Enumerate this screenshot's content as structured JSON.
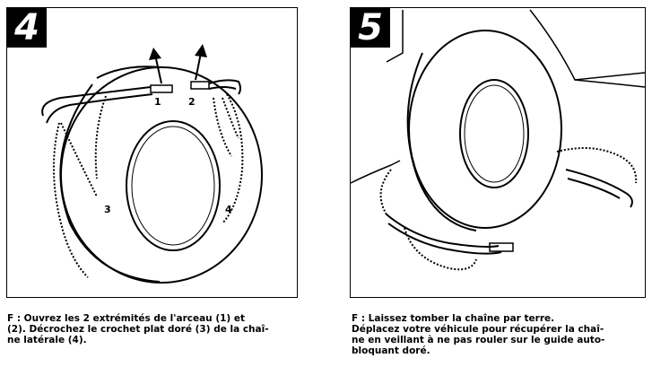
{
  "step4": {
    "number": "4",
    "labels": [
      "1",
      "2",
      "3",
      "4"
    ],
    "caption": [
      "F :  Ouvrez les 2 extrémités de l'arceau (1) et",
      "(2). Décrochez le crochet plat doré (3) de la chaî-",
      "ne latérale (4)."
    ]
  },
  "step5": {
    "number": "5",
    "caption": [
      "F :  Laissez tomber la chaîne par terre.",
      "Déplacez votre véhicule pour récupérer la chaî-",
      "ne en veillant à ne pas rouler sur le guide auto-",
      "bloquant doré."
    ]
  }
}
